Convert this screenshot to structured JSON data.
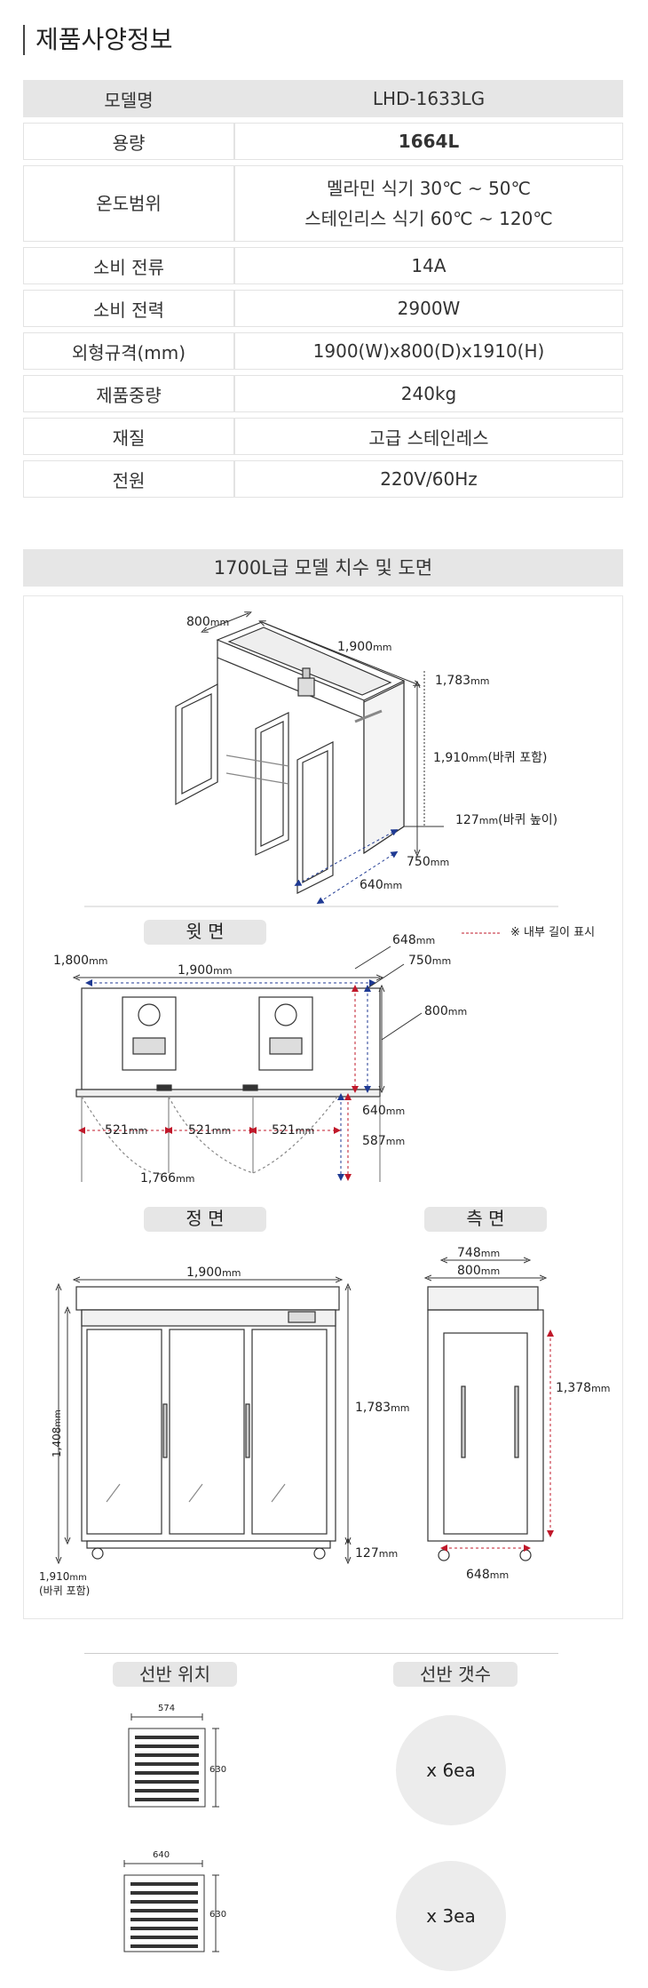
{
  "page_title": "제품사양정보",
  "spec": {
    "header": {
      "label": "모델명",
      "value": "LHD-1633LG"
    },
    "rows": [
      {
        "label": "용량",
        "value": "1664L"
      },
      {
        "label": "소비 전류",
        "value": "14A"
      },
      {
        "label": "소비 전력",
        "value": "2900W"
      },
      {
        "label": "외형규격(mm)",
        "value": "1900(W)x800(D)x1910(H)"
      },
      {
        "label": "제품중량",
        "value": "240kg"
      },
      {
        "label": "재질",
        "value": "고급 스테인레스"
      },
      {
        "label": "전원",
        "value": "220V/60Hz"
      }
    ],
    "temp": {
      "label": "온도범위",
      "line1": "멜라민 식기 30℃ ~ 50℃",
      "line2": "스테인리스 식기 60℃ ~ 120℃"
    }
  },
  "drawing": {
    "banner": "1700L급 모델 치수 및 도면",
    "iso": {
      "d800": "800",
      "w1900": "1,900",
      "h1783": "1,783",
      "h1910": "1,910",
      "wheel_incl": "(바퀴 포함)",
      "h127": "127",
      "wheel_height": "(바퀴 높이)",
      "d750": "750",
      "d640": "640"
    },
    "unit": "mm",
    "top": {
      "pill": "윗 면",
      "legend": "※ 내부 길이 표시",
      "w1800": "1,800",
      "w1900": "1,900",
      "d648": "648",
      "d750": "750",
      "d800": "800",
      "door1": "521",
      "door2": "521",
      "door3": "521",
      "span": "1,766",
      "d640": "640",
      "d587": "587"
    },
    "front": {
      "pill": "정 면",
      "w1900": "1,900",
      "h1408": "1,408",
      "h1783": "1,783",
      "h127": "127",
      "h1910": "1,910",
      "wheel_incl": "(바퀴 포함)"
    },
    "side": {
      "pill": "측 면",
      "d748": "748",
      "d800": "800",
      "h1378": "1,378",
      "d648": "648"
    }
  },
  "shelf": {
    "pos_label": "선반 위치",
    "count_label": "선반 갯수",
    "items": [
      {
        "w": "574",
        "h": "630",
        "count": "x 6ea"
      },
      {
        "w": "640",
        "h": "630",
        "count": "x 3ea"
      }
    ]
  }
}
